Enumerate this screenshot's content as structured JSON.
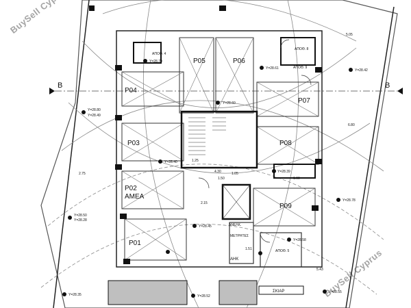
{
  "watermark": {
    "brand": "BuySell Cyprus"
  },
  "plan": {
    "section_marker": "B",
    "parking_spaces": [
      "P01",
      "P02",
      "P03",
      "P04",
      "P05",
      "P06",
      "P07",
      "P08",
      "P09"
    ],
    "room_labels": {
      "amea": "AMEA",
      "skiap": "ΣΚΙΑΡ",
      "ahk": "ΑΗΚ",
      "apod1": "ΑΠΟΘ. 8",
      "apod2": "ΑΠΟΘ. 9",
      "apod3": "ΑΠΟΘ. 4",
      "apod4": "ΑΠΟΘ. 5",
      "meter": "ΜΕΤΡΗΤΕΣ",
      "lift": "ΑΝΕΛΚ."
    },
    "levels": [
      "Y=28.70",
      "Y=28.61",
      "Y=28.80",
      "Y=28.49",
      "Y=28.40",
      "Y=28.39",
      "Y=28.50",
      "Y=28.28",
      "Y=28.52",
      "Y=28.55",
      "Y=28.78",
      "Y=28.42",
      "Y=28.60",
      "Y=28.35",
      "Y=28.45",
      "Y=28.58"
    ],
    "dimensions": [
      "2.75",
      "1.25",
      "1.50",
      "2.15",
      "4.30",
      "5.05",
      "6.80",
      "1.05",
      "5.43",
      "1.51",
      "1.60"
    ]
  }
}
